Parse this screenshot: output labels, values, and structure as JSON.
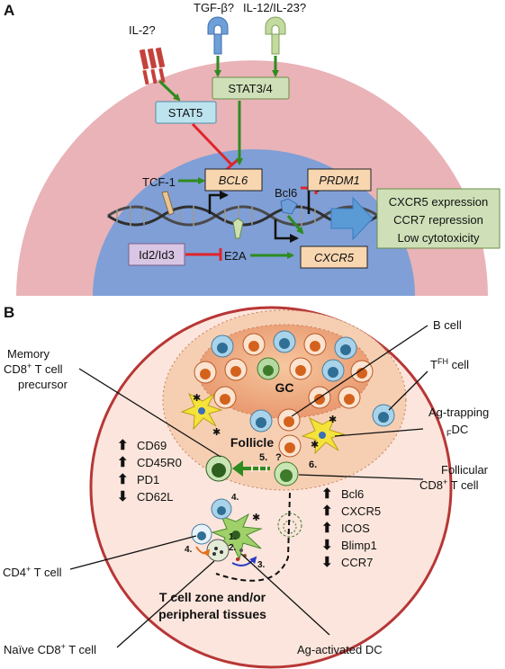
{
  "panel_a": {
    "label": "A",
    "receptors": {
      "il2": "IL-2?",
      "tgfb": "TGF-β?",
      "il12": "IL-12/IL-23?"
    },
    "stat5": "STAT5",
    "stat34": "STAT3/4",
    "tcf1": "TCF-1",
    "bcl6_gene": "BCL6",
    "bcl6_protein": "Bcl6",
    "prdm1": "PRDM1",
    "id23": "Id2/Id3",
    "e2a": "E2A",
    "cxcr5_gene": "CXCR5",
    "outcomes": [
      "CXCR5 expression",
      "CCR7 repression",
      "Low cytotoxicity"
    ]
  },
  "panel_b": {
    "label": "B",
    "gc": "GC",
    "follicle": "Follicle",
    "b_cell": "B cell",
    "tfh_main": "T",
    "tfh_sub": "FH",
    "tfh_tail": " cell",
    "ag_trapping": "Ag-trapping",
    "fdc_sub": "F",
    "fdc_tail": "DC",
    "memory": [
      "Memory",
      "CD8",
      "+",
      " T cell",
      "precursor"
    ],
    "follicular": [
      "Follicular",
      "CD8",
      "+",
      " T cell"
    ],
    "cd4": [
      "CD4",
      "+",
      " T cell"
    ],
    "naive": [
      "Naïve CD8",
      "+",
      " T cell"
    ],
    "tzone": [
      "T cell zone and/or",
      "peripheral tissues"
    ],
    "ag_dc": "Ag-activated DC",
    "memory_markers": [
      {
        "dir": "up",
        "name": "CD69"
      },
      {
        "dir": "up",
        "name": "CD45R0"
      },
      {
        "dir": "up",
        "name": "PD1"
      },
      {
        "dir": "down",
        "name": "CD62L"
      }
    ],
    "follicular_markers": [
      {
        "dir": "up",
        "name": "Bcl6"
      },
      {
        "dir": "up",
        "name": "CXCR5"
      },
      {
        "dir": "up",
        "name": "ICOS"
      },
      {
        "dir": "down",
        "name": "Blimp1"
      },
      {
        "dir": "down",
        "name": "CCR7"
      }
    ],
    "steps": {
      "s1": "1.",
      "s2": "2.",
      "s3": "3.",
      "s4a": "4.",
      "s4b": "4.",
      "s5": "5.",
      "s5q": "?",
      "s6": "6."
    }
  }
}
